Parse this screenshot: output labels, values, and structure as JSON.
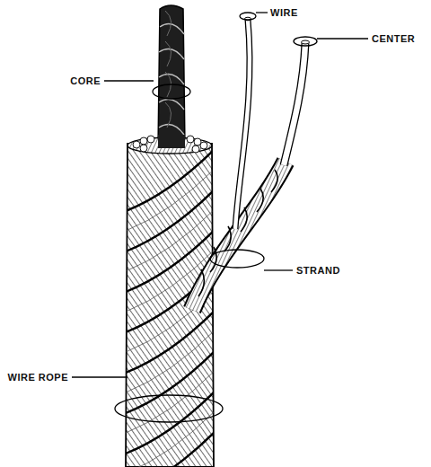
{
  "diagram": {
    "labels": [
      "CORE",
      "WIRE",
      "CENTER",
      "STRAND",
      "WIRE ROPE"
    ]
  }
}
